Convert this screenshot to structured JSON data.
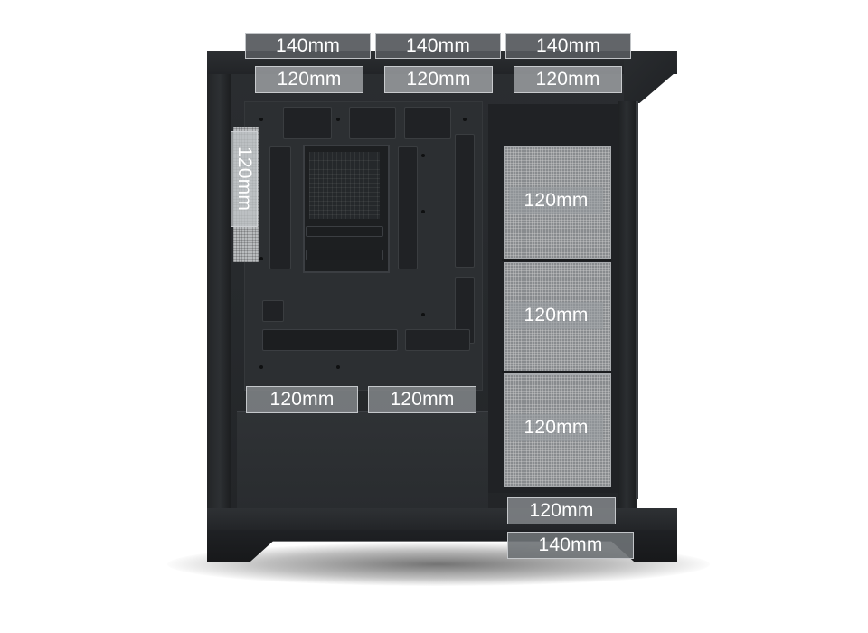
{
  "labels": {
    "top_140": [
      "140mm",
      "140mm",
      "140mm"
    ],
    "top_120": [
      "120mm",
      "120mm",
      "120mm"
    ],
    "rear_120": "120mm",
    "side_120": [
      "120mm",
      "120mm",
      "120mm"
    ],
    "shroud_120": [
      "120mm",
      "120mm"
    ],
    "bottom_120": "120mm",
    "bottom_140": "140mm"
  },
  "colors": {
    "case": "#2a2d30",
    "label_text": "#ffffff",
    "background": "#ffffff"
  }
}
